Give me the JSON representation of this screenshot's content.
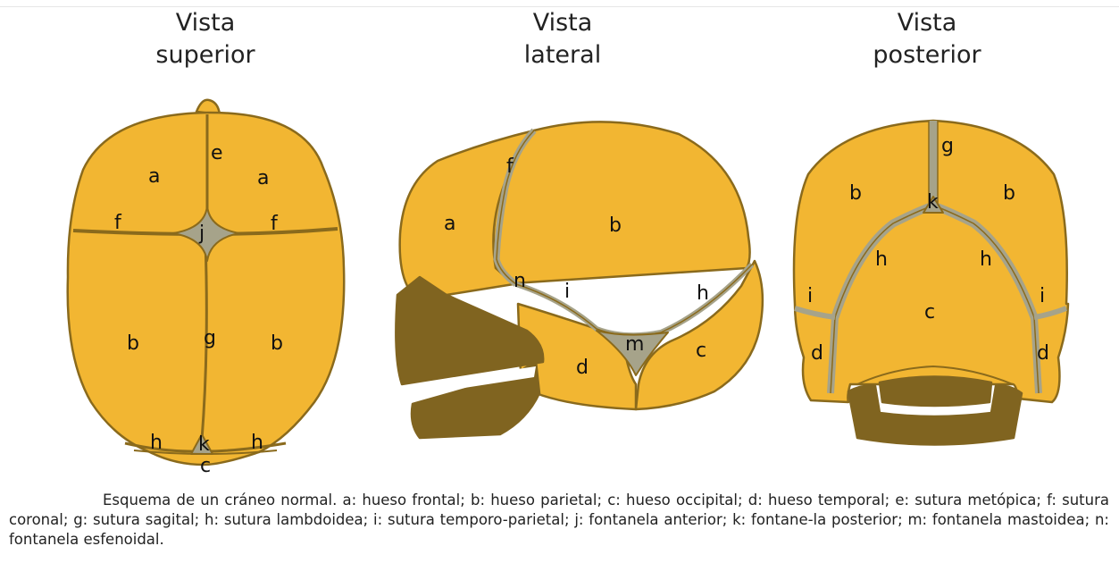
{
  "titles": {
    "superior": [
      "Vista",
      "superior"
    ],
    "lateral": [
      "Vista",
      "lateral"
    ],
    "posterior": [
      "Vista",
      "posterior"
    ]
  },
  "labels": {
    "superior": {
      "a1": "a",
      "a2": "a",
      "e": "e",
      "f1": "f",
      "f2": "f",
      "j": "j",
      "b1": "b",
      "b2": "b",
      "g": "g",
      "h1": "h",
      "h2": "h",
      "k": "k",
      "c": "c"
    },
    "lateral": {
      "f": "f",
      "a": "a",
      "b": "b",
      "n": "n",
      "i": "i",
      "h": "h",
      "m": "m",
      "c": "c",
      "d": "d"
    },
    "posterior": {
      "g": "g",
      "k": "k",
      "b1": "b",
      "b2": "b",
      "h1": "h",
      "h2": "h",
      "i1": "i",
      "i2": "i",
      "c": "c",
      "d1": "d",
      "d2": "d"
    }
  },
  "caption": "Esquema de un cráneo normal. a: hueso frontal; b: hueso parietal; c: hueso occipital; d: hueso temporal; e: sutura metópica; f: sutura coronal; g: sutura sagital; h: sutura lambdoidea; i: sutura temporo-parietal; j: fontanela anterior; k: fontane-la posterior; m: fontanela mastoidea; n: fontanela esfenoidal.",
  "colors": {
    "bone": "#f2b632",
    "outline": "#8a6a1c",
    "suture": "#a6a38a",
    "jaw": "#806420"
  }
}
